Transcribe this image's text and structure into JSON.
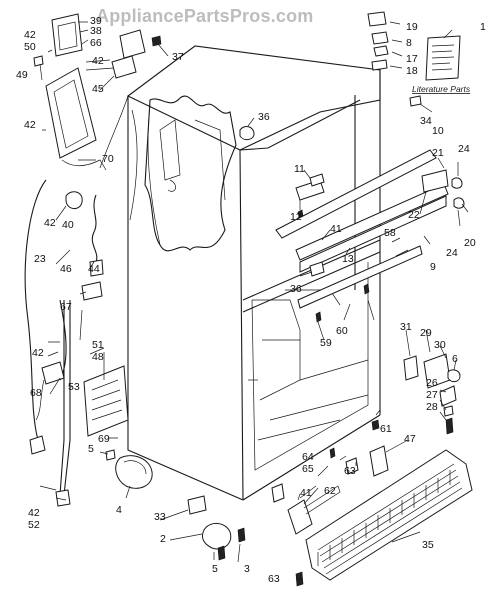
{
  "watermark": "AppliancePartsPros.com",
  "literature_label": "Literature Parts",
  "callouts": {
    "c1": "1",
    "c2": "2",
    "c3": "3",
    "c4": "4",
    "c5a": "5",
    "c5b": "5",
    "c6": "6",
    "c8": "8",
    "c9": "9",
    "c10": "10",
    "c11": "11",
    "c12": "12",
    "c13": "13",
    "c17": "17",
    "c18": "18",
    "c19": "19",
    "c20": "20",
    "c21": "21",
    "c22": "22",
    "c23": "23",
    "c24a": "24",
    "c24b": "24",
    "c26": "26",
    "c27": "27",
    "c28": "28",
    "c29": "29",
    "c30": "30",
    "c31": "31",
    "c33": "33",
    "c34": "34",
    "c35": "35",
    "c36a": "36",
    "c36b": "36",
    "c37": "37",
    "c38": "38",
    "c39": "39",
    "c40": "40",
    "c41a": "41",
    "c41b": "41",
    "c42a": "42",
    "c42b": "42",
    "c42c": "42",
    "c42d": "42",
    "c42e": "42",
    "c42f": "42",
    "c44": "44",
    "c45": "45",
    "c46": "46",
    "c47": "47",
    "c48": "48",
    "c49": "49",
    "c50": "50",
    "c51": "51",
    "c52": "52",
    "c53": "53",
    "c58": "58",
    "c59": "59",
    "c60": "60",
    "c61": "61",
    "c62": "62",
    "c63a": "63",
    "c63b": "63",
    "c64": "64",
    "c65": "65",
    "c66": "66",
    "c67": "67",
    "c68": "68",
    "c69": "69",
    "c70": "70"
  }
}
